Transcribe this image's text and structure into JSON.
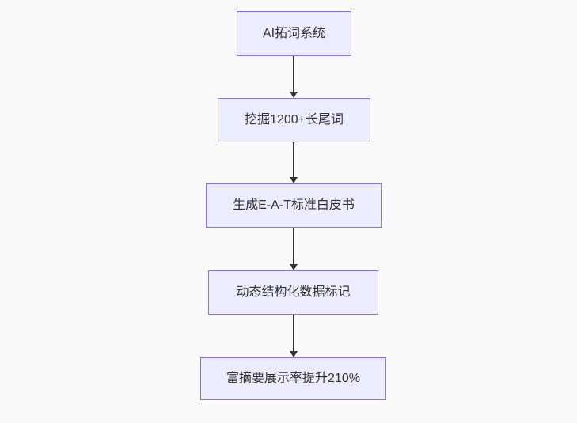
{
  "diagram": {
    "type": "flowchart",
    "direction": "top-down",
    "colors": {
      "background": "#fafafa",
      "node_fill": "#ececff",
      "node_border": "#9370db",
      "arrow": "#333333",
      "text": "#333333"
    },
    "nodes": [
      {
        "id": "1",
        "label": "AI拓词系统"
      },
      {
        "id": "2",
        "label": "挖掘1200+长尾词"
      },
      {
        "id": "3",
        "label": "生成E-A-T标准白皮书"
      },
      {
        "id": "4",
        "label": "动态结构化数据标记"
      },
      {
        "id": "5",
        "label": "富摘要展示率提升210%"
      }
    ],
    "edges": [
      {
        "from": "AI拓词系统",
        "to": "挖掘1200+长尾词"
      },
      {
        "from": "挖掘1200+长尾词",
        "to": "生成E-A-T标准白皮书"
      },
      {
        "from": "生成E-A-T标准白皮书",
        "to": "动态结构化数据标记"
      },
      {
        "from": "动态结构化数据标记",
        "to": "富摘要展示率提升210%"
      }
    ]
  }
}
